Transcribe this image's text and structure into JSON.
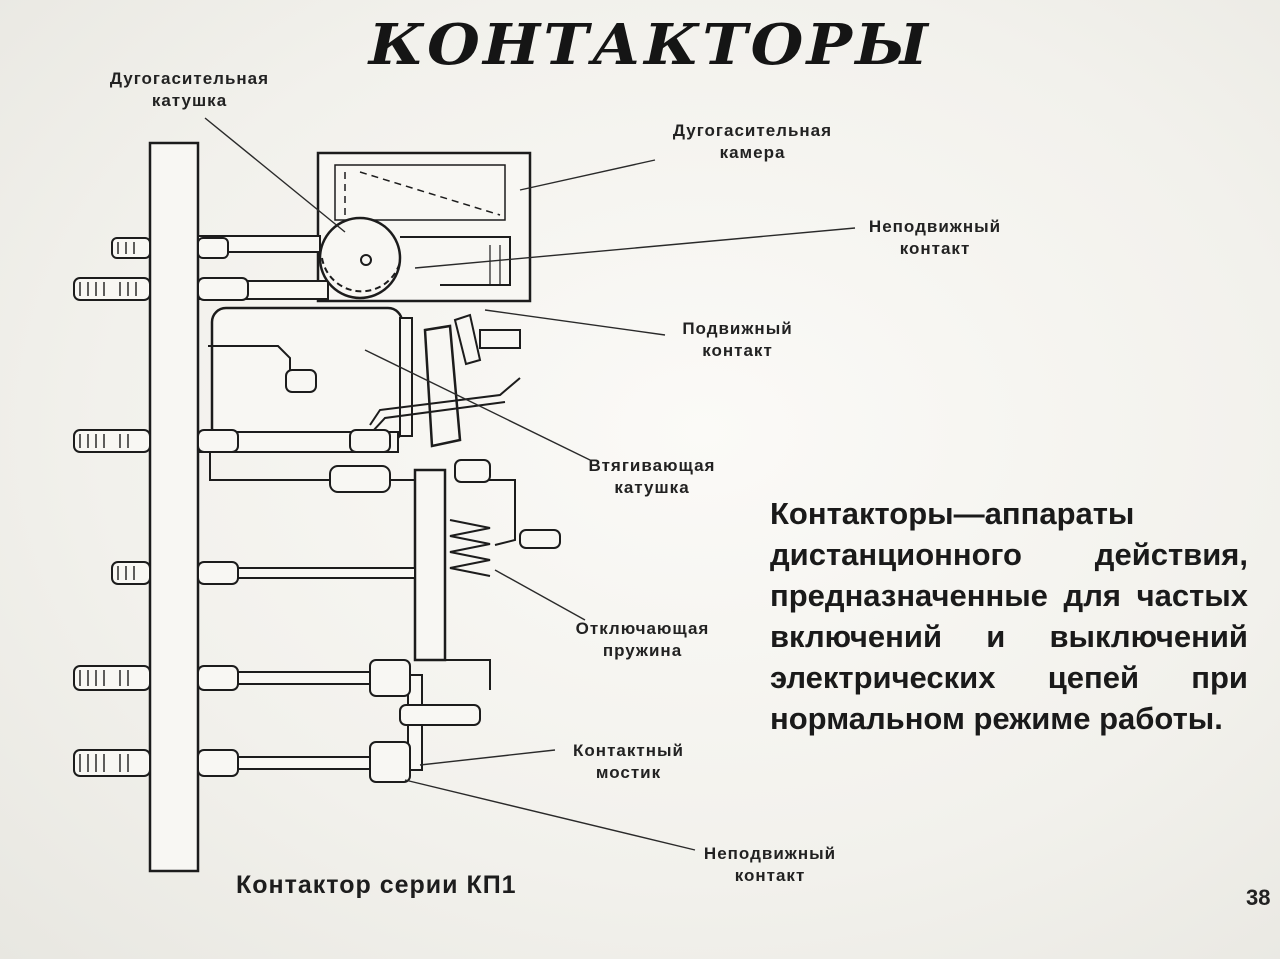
{
  "title": "КОНТАКТОРЫ",
  "diagram": {
    "labels": {
      "arc_coil": [
        "Дугогасительная",
        "катушка"
      ],
      "arc_chamber": [
        "Дугогасительная",
        "камера"
      ],
      "fixed_contact_top": [
        "Неподвижный",
        "контакт"
      ],
      "moving_contact": [
        "Подвижный",
        "контакт"
      ],
      "pull_coil": [
        "Втягивающая",
        "катушка"
      ],
      "release_spring": [
        "Отключающая",
        "пружина"
      ],
      "contact_bridge": [
        "Контактный",
        "мостик"
      ],
      "fixed_contact_bottom": [
        "Неподвижный",
        "контакт"
      ]
    },
    "caption": "Контактор серии КП1"
  },
  "description": "Контакторы—аппараты дистанционного действия, предназначенные для частых включений и выключений электрических цепей при нормальном режиме работы.",
  "page_number": "38",
  "colors": {
    "background": "#f4f3ef",
    "ink": "#1b1b1b"
  }
}
